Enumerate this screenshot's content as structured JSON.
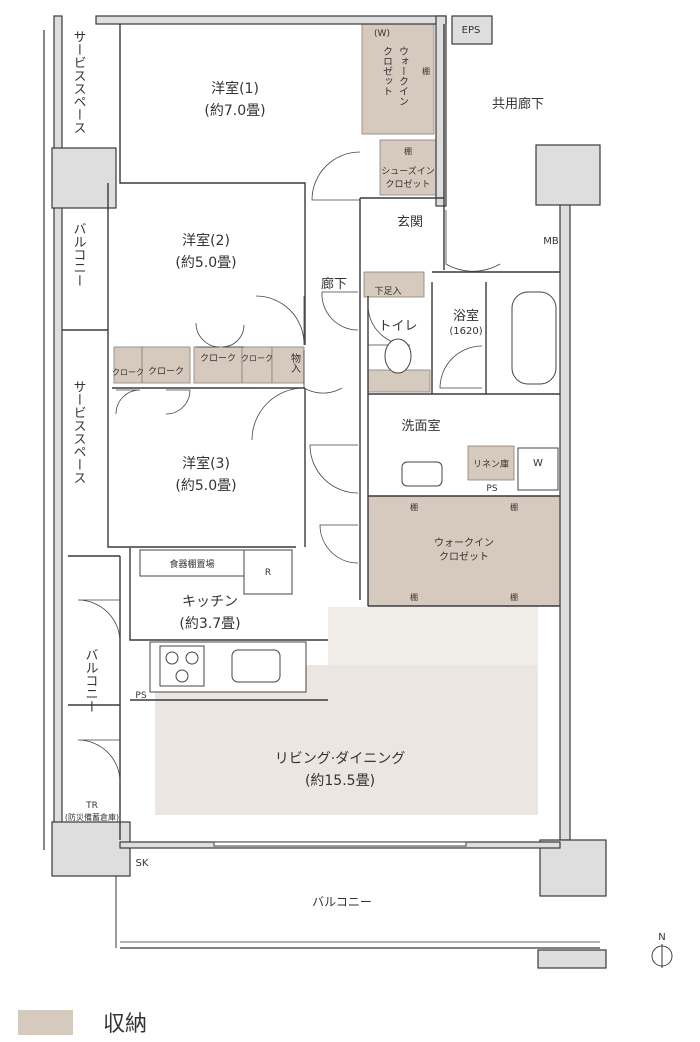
{
  "rooms": {
    "western1": {
      "name": "洋室(1)",
      "area": "(約7.0畳)"
    },
    "western2": {
      "name": "洋室(2)",
      "area": "(約5.0畳)"
    },
    "western3": {
      "name": "洋室(3)",
      "area": "(約5.0畳)"
    },
    "kitchen": {
      "name": "キッチン",
      "area": "(約3.7畳)"
    },
    "living": {
      "name": "リビング·ダイニング",
      "area": "(約15.5畳)"
    },
    "bath": {
      "name": "浴室",
      "size": "(1620)"
    },
    "toilet": "トイレ",
    "washroom": "洗面室",
    "entrance": "玄関",
    "corridor": "廊下",
    "common_corridor": "共用廊下"
  },
  "labels": {
    "service_space": "サービススペース",
    "balcony": "バルコニー",
    "wic_w_mark": "(W)",
    "wic_main_line1": "ウォークイン",
    "wic_main_line2": "クロゼット",
    "shoes_line1": "シューズイン",
    "shoes_line2": "クロゼット",
    "shelf": "棚",
    "geta": "下足入",
    "closet": "クローク",
    "mono": "物入",
    "pantry": "食器棚置場",
    "fridge": "R",
    "linen": "リネン庫",
    "washer": "W",
    "ps": "PS",
    "eps": "EPS",
    "mb": "MB",
    "sk": "SK",
    "tr_line1": "TR",
    "tr_line2": "(防災備蓄倉庫)",
    "compass": "N"
  },
  "legend": {
    "label": "収納",
    "color": "#d6c9bd"
  },
  "colors": {
    "storage": "#d6c9bd",
    "ldk_floor": "#f0ece8",
    "wall": "#dedede"
  }
}
